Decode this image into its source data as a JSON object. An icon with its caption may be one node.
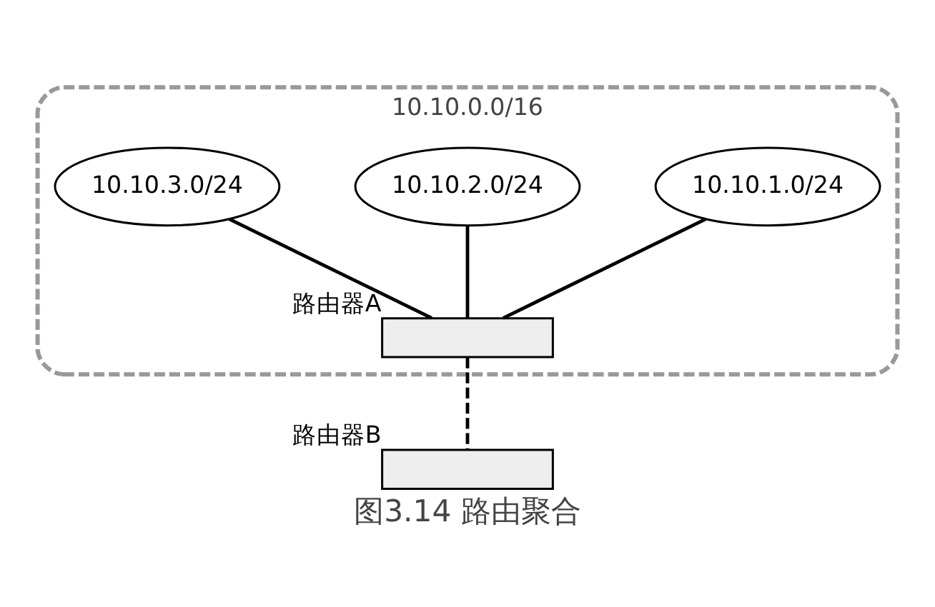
{
  "diagram": {
    "caption": "图3.14 路由聚合",
    "nodes": [
      {
        "text": [
          "10.10.0.0/16"
        ]
      },
      {
        "text": [
          "10.10.1.0/24"
        ],
        "in": 0
      },
      {
        "text": [
          "10.10.2.0/24"
        ],
        "in": 0
      },
      {
        "text": [
          "10.10.3.0/24"
        ],
        "in": 0
      },
      {
        "text": [],
        "shape": "box",
        "in": 0,
        "beside": [
          "路由器A"
        ]
      },
      {
        "text": [],
        "shape": "box",
        "beside": [
          "路由器B"
        ]
      }
    ],
    "edges": [
      {
        "from": 1,
        "to": 4,
        "arrow": "none"
      },
      {
        "from": 2,
        "to": 4,
        "arrow": "none"
      },
      {
        "from": 3,
        "to": 4,
        "arrow": "none"
      },
      {
        "from": 4,
        "to": 5,
        "arrow": "none",
        "style": "dashed"
      }
    ]
  }
}
